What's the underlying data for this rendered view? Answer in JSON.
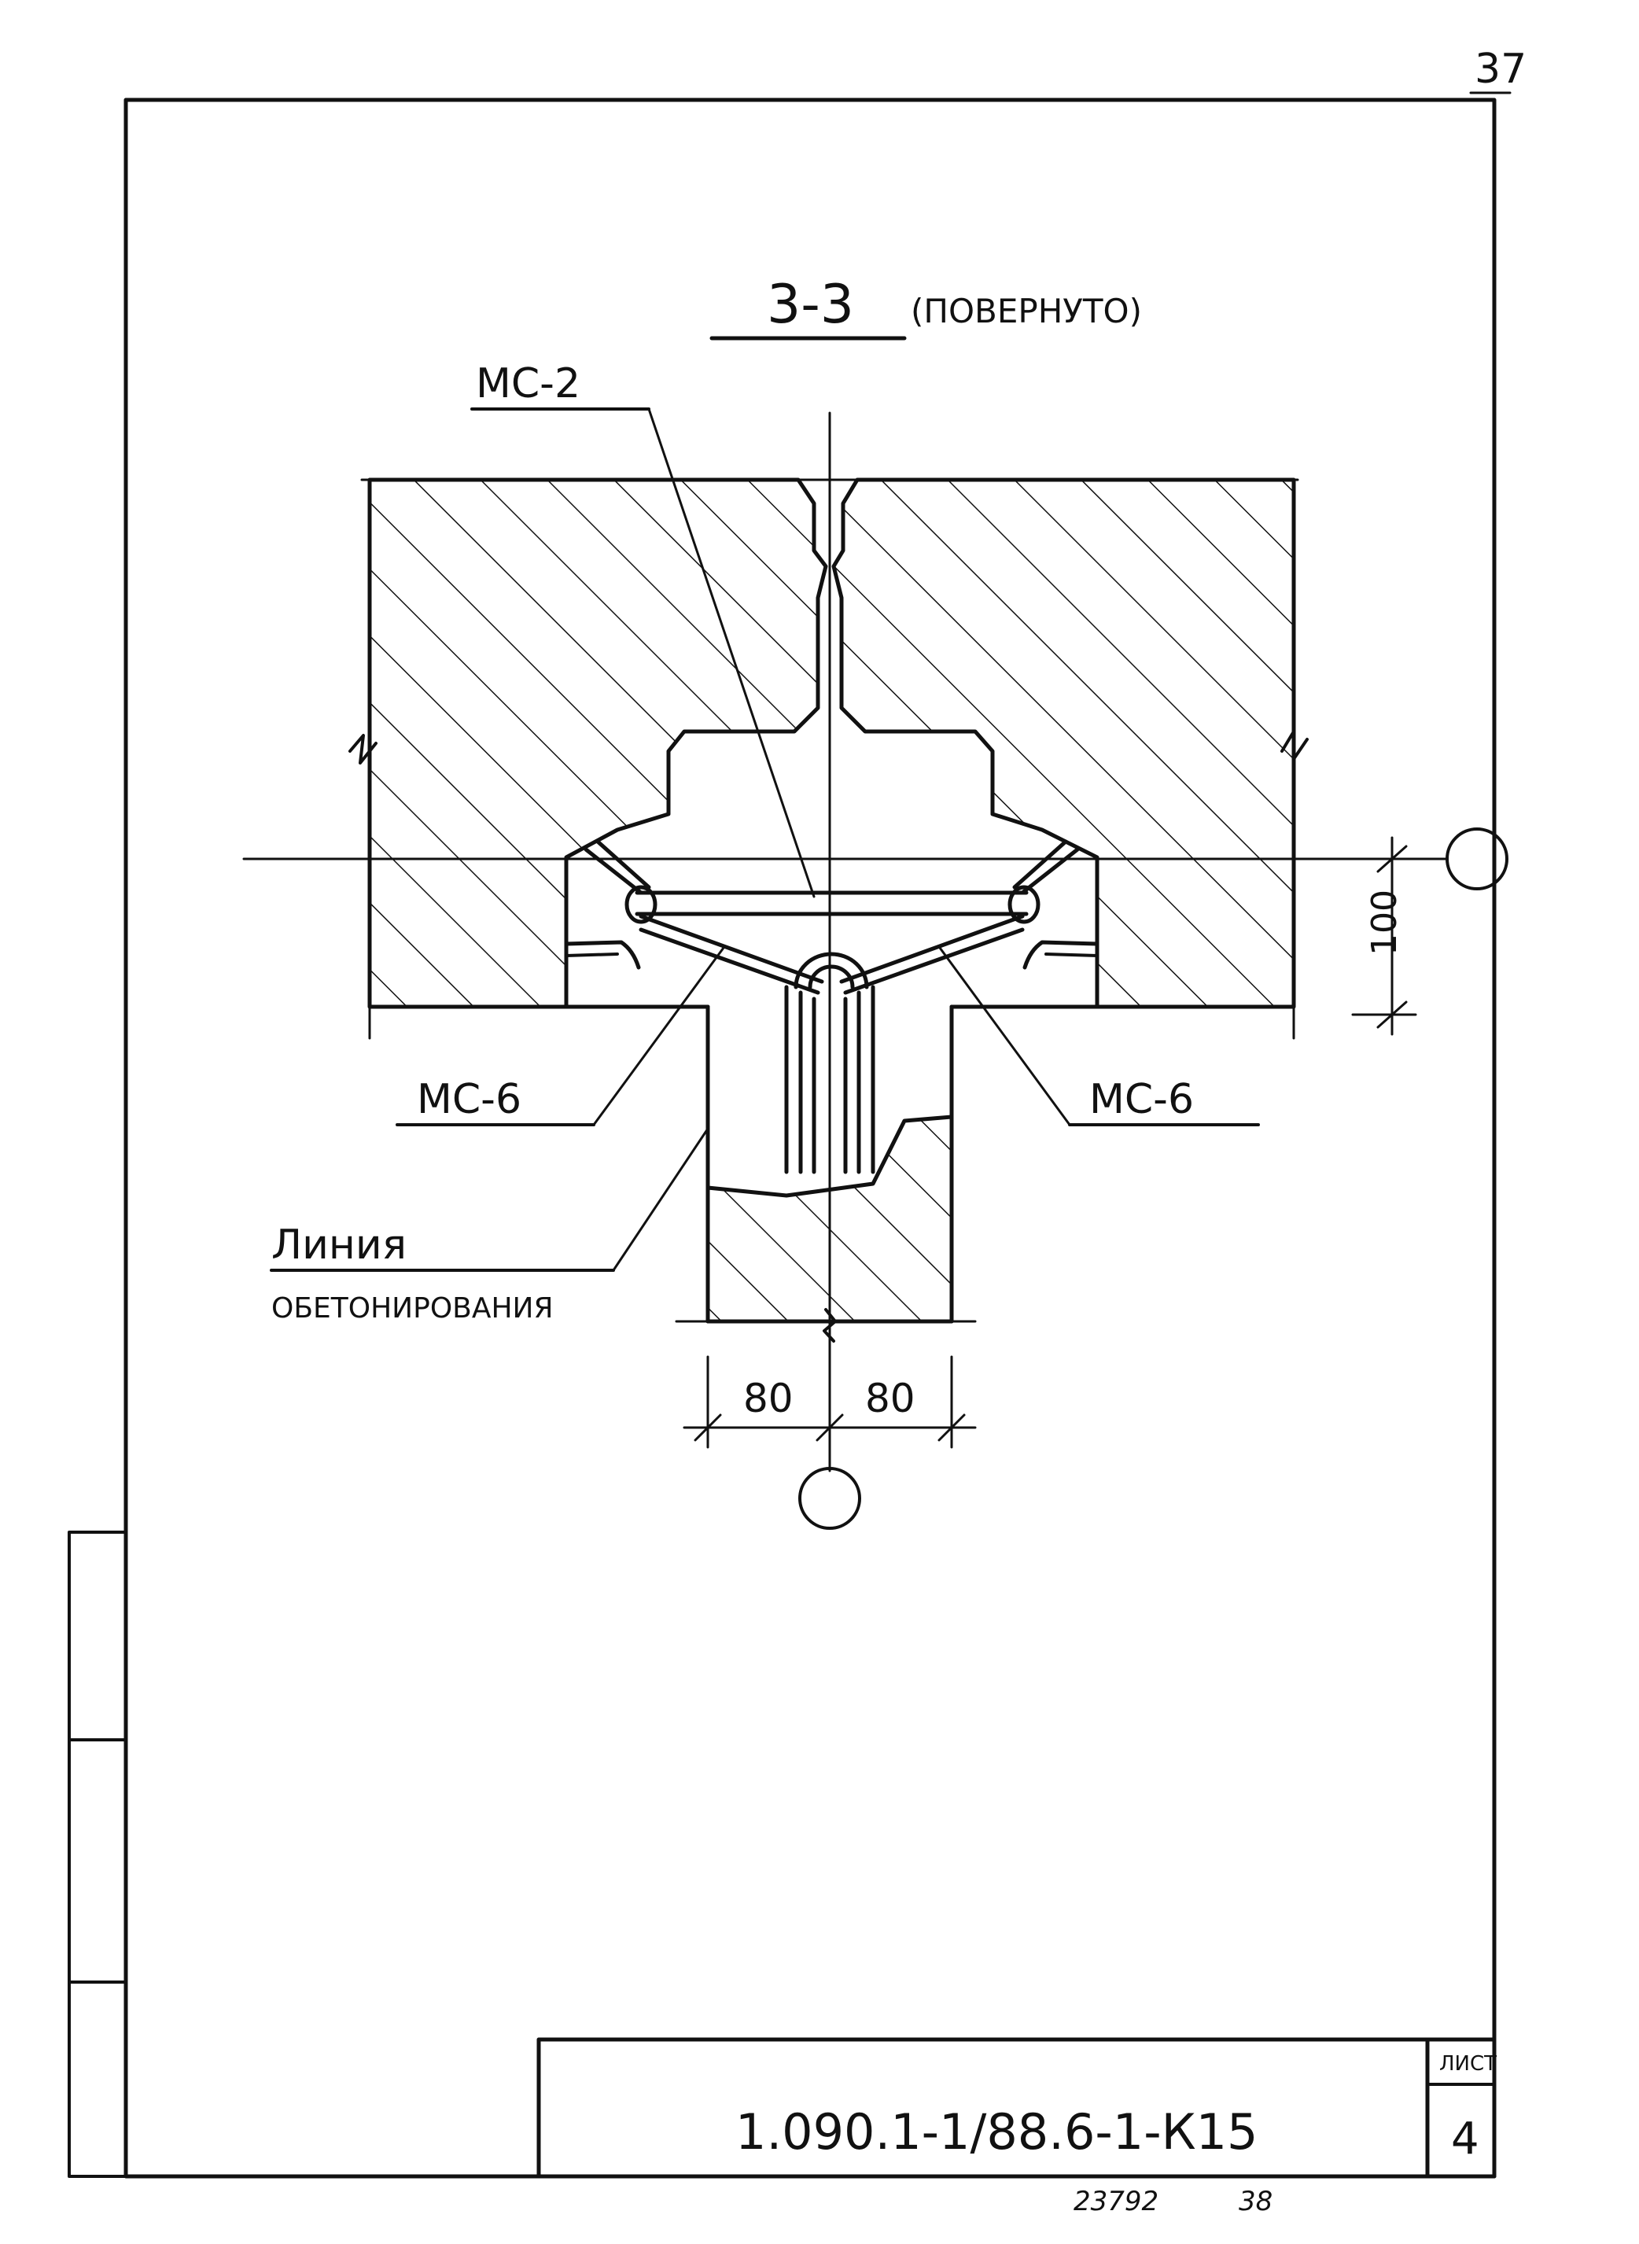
{
  "page_number": "37",
  "section_title": "3-3",
  "section_note": "(ПОВЕРНУТО)",
  "labels": {
    "mc2": "МС-2",
    "mc6_left": "МС-6",
    "mc6_right": "МС-6",
    "line_word": "Линия",
    "line_desc": "ОБЕТОНИРОВАНИЯ"
  },
  "dimensions": {
    "height": "100",
    "left_width": "80",
    "right_width": "80"
  },
  "title_block": {
    "code": "1.090.1-1/88.6-1-К15",
    "sheet_label": "ЛИСТ",
    "sheet_number": "4",
    "footer_number": "23792",
    "footer_suffix": "38"
  },
  "colors": {
    "ink": "#111111",
    "paper": "#ffffff"
  }
}
